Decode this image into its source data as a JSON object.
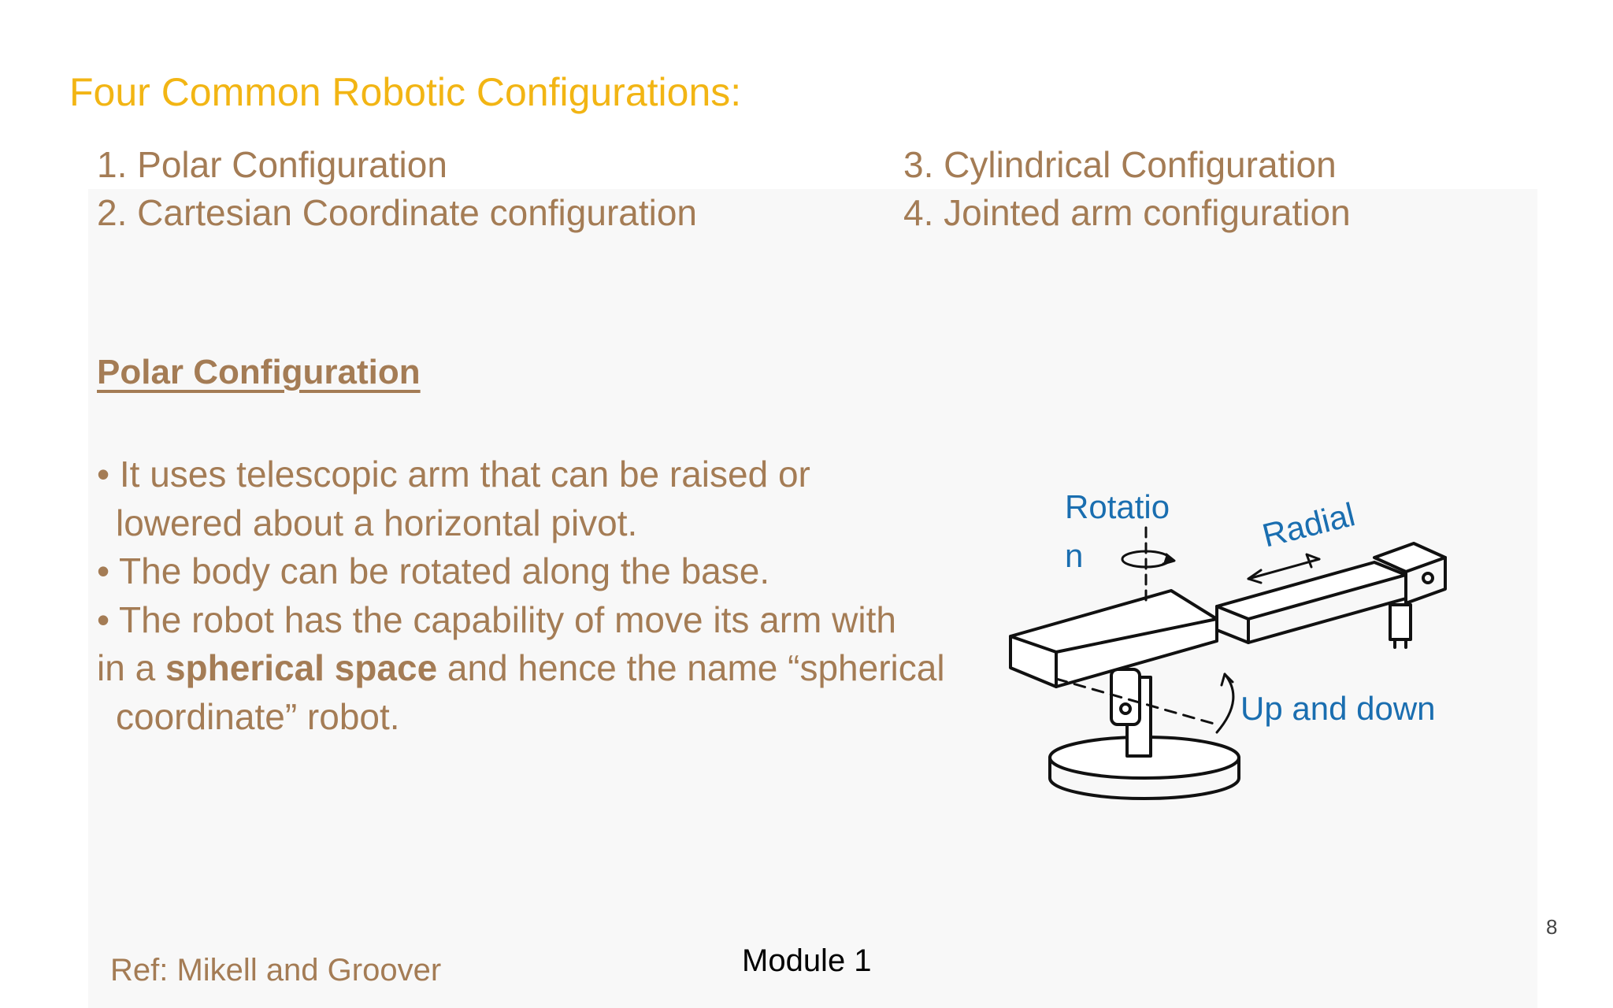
{
  "slide": {
    "title": "Four Common Robotic Configurations:",
    "configurations": {
      "item1": "1. Polar Configuration",
      "item2": "2. Cartesian Coordinate configuration",
      "item3": "3. Cylindrical Configuration",
      "item4": "4.  Jointed arm configuration"
    },
    "section_heading": "Polar Configuration",
    "bullets": {
      "b1_line1": "• It uses telescopic arm that can be raised or",
      "b1_line2": "lowered  about a horizontal pivot.",
      "b2": "• The body can be rotated along the base.",
      "b3_line1": "• The robot has the capability of move its arm with",
      "b3_line2_pre": "in  a ",
      "b3_line2_bold": "spherical space",
      "b3_line2_post": " and hence the name “spherical",
      "b3_line3": "coordinate” robot."
    },
    "diagram_labels": {
      "rotation_line1": "Rotatio",
      "rotation_line2": "n",
      "radial": "Radial",
      "up_down": "Up and down"
    },
    "reference": "Ref: Mikell and Groover",
    "footer": "Module 1",
    "page_number": "8"
  }
}
